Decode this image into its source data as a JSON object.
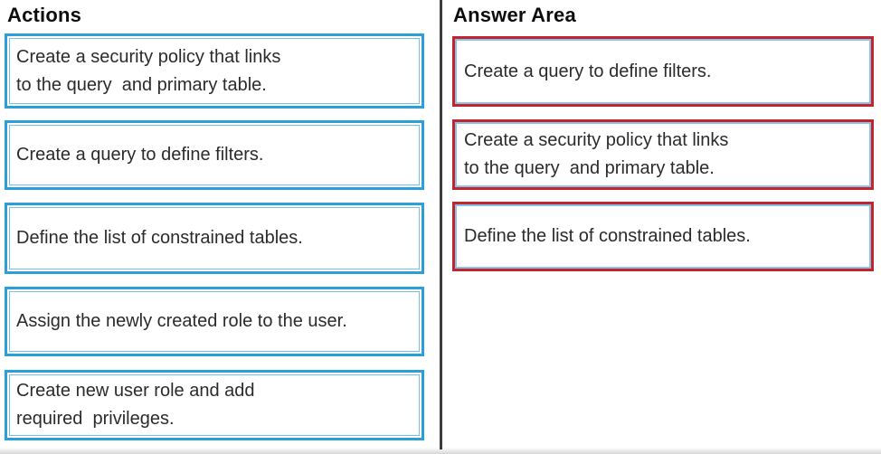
{
  "actions": {
    "title": "Actions",
    "items": [
      {
        "text": "Create a security policy that links\nto the query  and primary table."
      },
      {
        "text": "Create a query to define filters."
      },
      {
        "text": "Define the list of constrained tables."
      },
      {
        "text": "Assign the newly created role to the user."
      },
      {
        "text": "Create new user role and add\nrequired  privileges."
      }
    ]
  },
  "answer_area": {
    "title": "Answer Area",
    "items": [
      {
        "text": "Create a query to define filters."
      },
      {
        "text": "Create a security policy that links\nto the query  and primary table."
      },
      {
        "text": "Define the list of constrained tables."
      }
    ]
  },
  "colors": {
    "action_box_border": "#2b9fd9",
    "answer_box_border": "#c0262c",
    "answer_box_inner_border": "#85c4e8",
    "divider": "#3d3d3d",
    "text": "#2b2b2b"
  }
}
